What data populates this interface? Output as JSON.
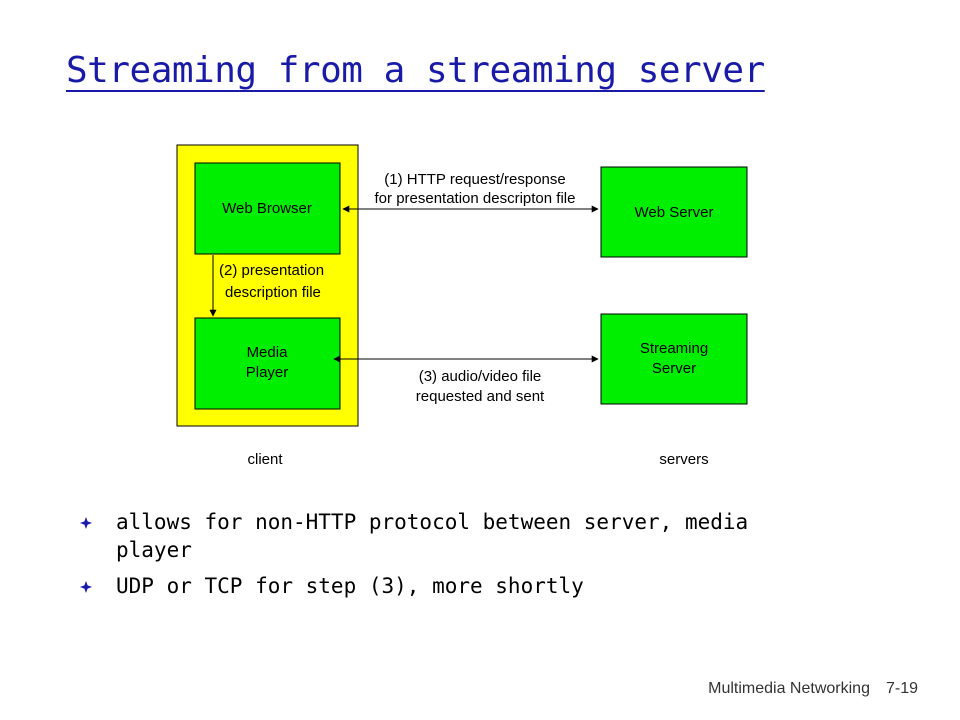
{
  "slide": {
    "title": "Streaming from a streaming server",
    "footer": {
      "section": "Multimedia Networking",
      "page": "7-19"
    }
  },
  "diagram": {
    "colors": {
      "client_area": "#ffff00",
      "node_fill": "#00ee00",
      "stroke": "#000000"
    },
    "nodes": {
      "web_browser": {
        "line1": "Web Browser"
      },
      "media_player": {
        "line1": "Media",
        "line2": "Player"
      },
      "web_server": {
        "line1": "Web Server"
      },
      "streaming_server": {
        "line1": "Streaming",
        "line2": "Server"
      }
    },
    "edges": {
      "http": {
        "line1": "(1) HTTP request/response",
        "line2": "for presentation descripton file"
      },
      "description": {
        "line1": "(2)  presentation",
        "line2": "description file"
      },
      "stream": {
        "line1": "(3) audio/video file",
        "line2": "requested and sent"
      }
    },
    "labels": {
      "client": "client",
      "servers": "servers"
    }
  },
  "bullets": [
    "allows for non-HTTP protocol between server, media player",
    "UDP or TCP for step (3), more shortly"
  ]
}
